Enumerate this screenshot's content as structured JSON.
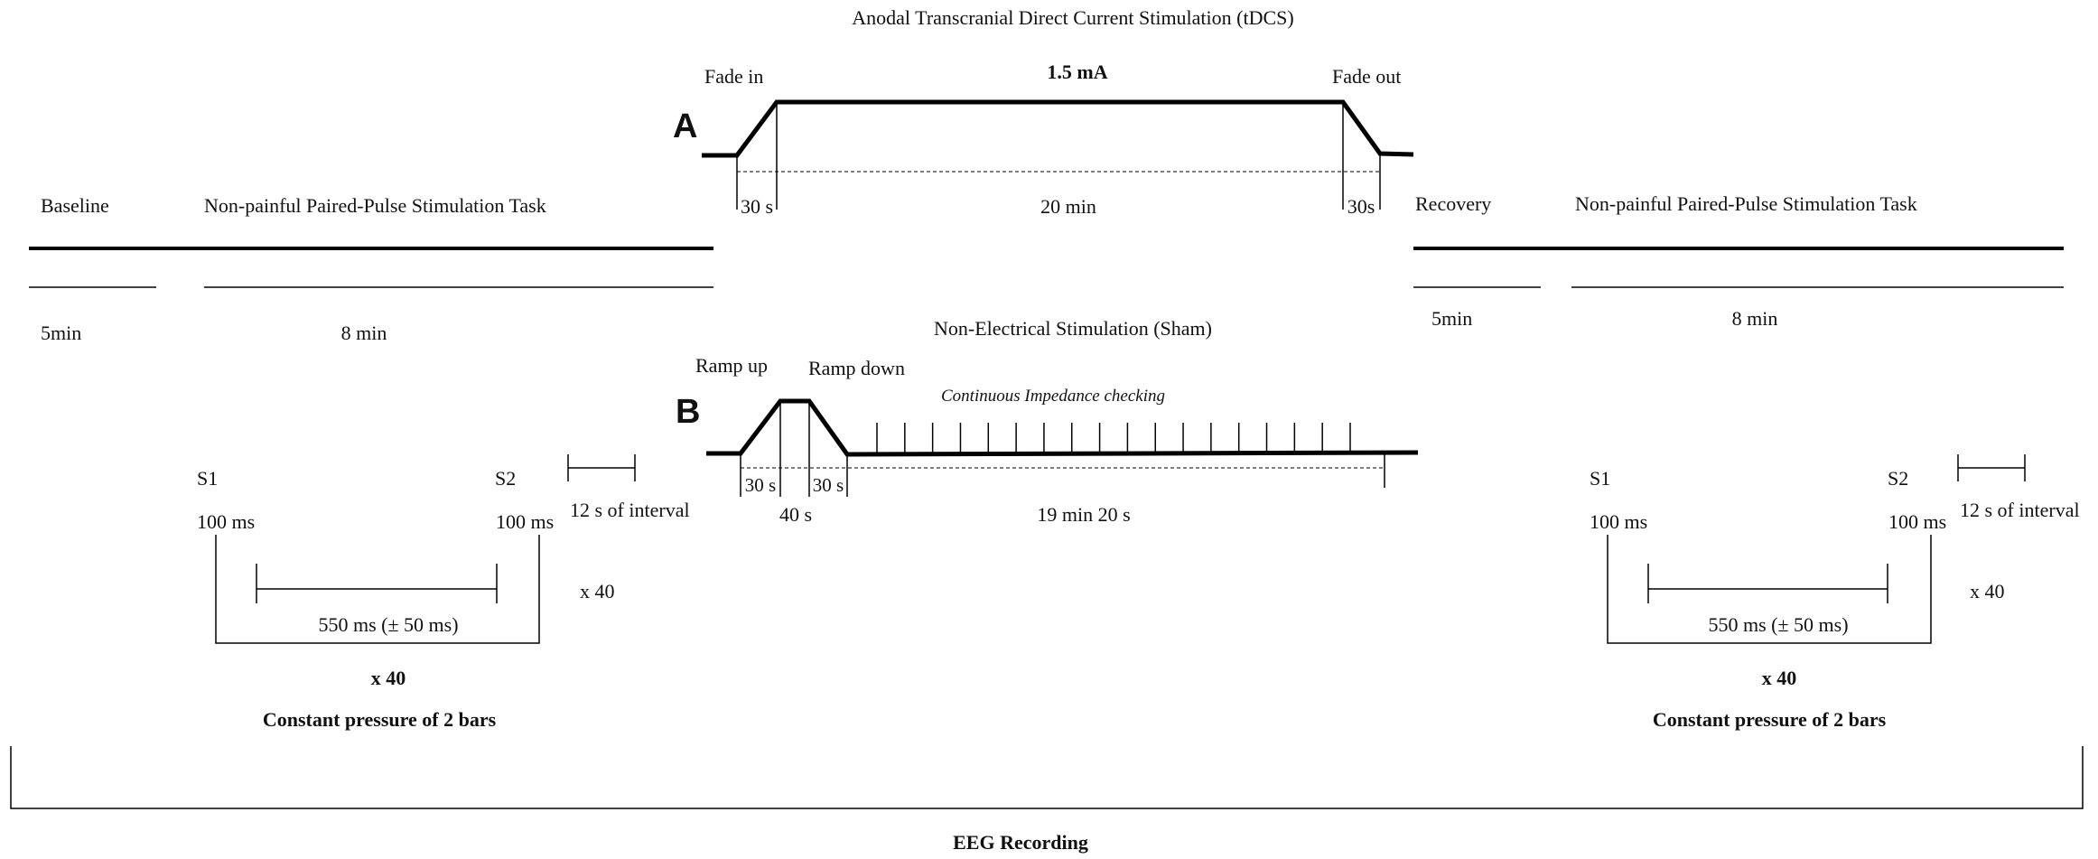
{
  "tdcs_title": "Anodal Transcranial Direct Current Stimulation (tDCS)",
  "sham_title": "Non-Electrical Stimulation (Sham)",
  "panel_a": {
    "letter": "A",
    "fade_in": "Fade in",
    "fade_out": "Fade out",
    "current": "1.5 mA",
    "ramp_in_duration": "30 s",
    "plateau_duration": "20 min",
    "ramp_out_duration": "30s"
  },
  "panel_b": {
    "letter": "B",
    "ramp_up": "Ramp up",
    "ramp_down": "Ramp down",
    "impedance_note": "Continuous Impedance checking",
    "ramp_up_duration": "30 s",
    "ramp_down_duration": "30 s",
    "active_duration": "40 s",
    "remaining_duration": "19 min 20 s",
    "impedance_tick_count": 18
  },
  "pre": {
    "baseline_label": "Baseline",
    "baseline_duration": "5min",
    "task_label": "Non-painful Paired-Pulse Stimulation Task",
    "task_duration": "8 min",
    "s1": "S1",
    "s2": "S2",
    "s1_duration": "100 ms",
    "s2_duration": "100 ms",
    "interval": "12 s of interval",
    "isi": "550 ms (± 50 ms)",
    "repeat_side": "x 40",
    "repeat": "x 40",
    "pressure": "Constant pressure of 2 bars"
  },
  "post": {
    "recovery_label": "Recovery",
    "recovery_duration": "5min",
    "task_label": "Non-painful Paired-Pulse Stimulation Task",
    "task_duration": "8 min",
    "s1": "S1",
    "s2": "S2",
    "s1_duration": "100 ms",
    "s2_duration": "100 ms",
    "interval": "12 s of interval",
    "isi": "550 ms (± 50 ms)",
    "repeat_side": "x 40",
    "repeat": "x 40",
    "pressure": "Constant pressure of 2 bars"
  },
  "eeg_label": "EEG Recording"
}
